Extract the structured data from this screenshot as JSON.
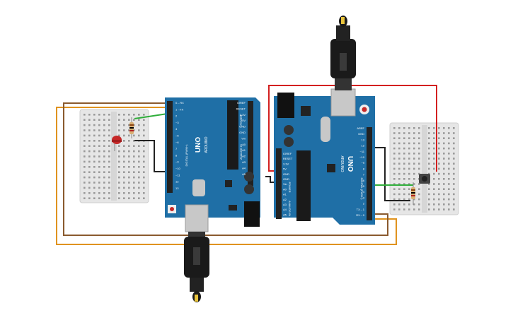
{
  "board_left": {
    "brand": "ARDUINO",
    "model": "UNO",
    "digital_label": "DIGITAL (PWM~)",
    "power_label": "POWER",
    "analog_label": "ANALOG IN",
    "aref": "AREF",
    "gnd": "GND",
    "pin_labels_top": [
      "0←RX",
      "1→TX",
      "2",
      "~3",
      "4",
      "~5",
      "~6",
      "7",
      "8",
      "~9",
      "~10",
      "~11",
      "12",
      "13"
    ],
    "pin_labels_power": [
      "IOREF",
      "RESET",
      "3.3V",
      "5V",
      "GND",
      "GND",
      "Vin"
    ],
    "pin_labels_analog": [
      "A0",
      "A1",
      "A2",
      "A3",
      "A4",
      "A5"
    ]
  },
  "board_right": {
    "brand": "ARDUINO",
    "model": "UNO",
    "digital_label": "DIGITAL (PWM~)",
    "power_label": "POWER",
    "analog_label": "ANALOG IN",
    "pin_labels_digital": [
      "AREF",
      "GND",
      "13",
      "12",
      "~11",
      "~10",
      "~9",
      "8",
      "7",
      "~6",
      "~5",
      "4",
      "~3",
      "2",
      "TX→1",
      "RX←0"
    ],
    "pin_labels_power": [
      "IOREF",
      "RESET",
      "3.3V",
      "5V",
      "GND",
      "GND",
      "Vin"
    ],
    "pin_labels_analog": [
      "A0",
      "A1",
      "A2",
      "A3",
      "A4",
      "A5"
    ],
    "led_labels": [
      "TX",
      "RX",
      "L"
    ]
  },
  "wire_colors": {
    "tx_rx_1": "#c07a2a",
    "tx_rx_2": "#8a5a2e",
    "tx_rx_3": "#e0931f",
    "power": "#d32020",
    "signal": "#2fae3a",
    "ground": "#222222"
  },
  "components": {
    "led_color": "#c62828",
    "board_color": "#1f6fa6",
    "breadboard_color": "#e4e4e4",
    "usb_cable_color": "#1a1a1a"
  }
}
